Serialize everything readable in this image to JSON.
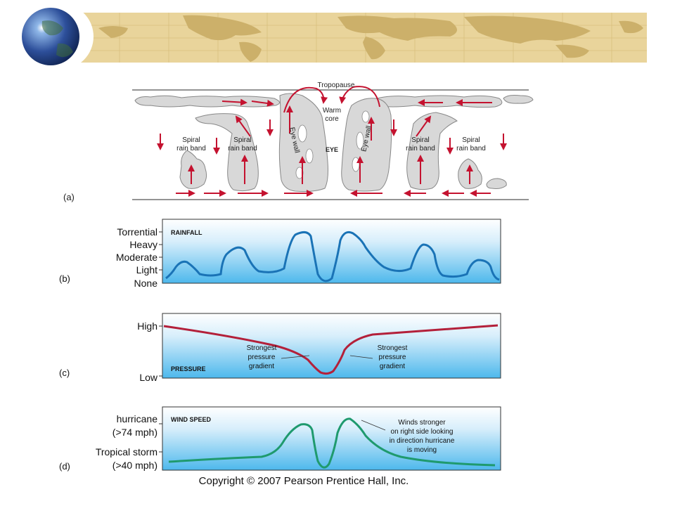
{
  "copyright": "Copyright © 2007 Pearson Prentice Hall, Inc.",
  "colors": {
    "banner": "#e9d49b",
    "cloud": "#d8d8d8",
    "arrow": "#c4122f",
    "panel_top": "#ffffff",
    "panel_bottom": "#4db8ec",
    "rainfall_line": "#1a73b6",
    "pressure_line": "#b3203a",
    "wind_line": "#1f9a6e"
  },
  "panel_a": {
    "letter": "(a)",
    "tropopause": "Tropopause",
    "warm_core": [
      "Warm",
      "core"
    ],
    "eye": "EYE",
    "eye_wall": "Eye wall",
    "spiral": [
      "Spiral",
      "rain band"
    ]
  },
  "panel_b": {
    "letter": "(b)",
    "title": "RAINFALL",
    "levels": [
      "Torrential",
      "Heavy",
      "Moderate",
      "Light",
      "None"
    ]
  },
  "panel_c": {
    "letter": "(c)",
    "title": "PRESSURE",
    "high": "High",
    "low": "Low",
    "gradient": [
      "Strongest",
      "pressure",
      "gradient"
    ]
  },
  "panel_d": {
    "letter": "(d)",
    "title": "WIND SPEED",
    "hurricane": "hurricane",
    "hurricane_sub": "(>74 mph)",
    "storm": "Tropical storm",
    "storm_sub": "(>40 mph)",
    "note": [
      "Winds stronger",
      "on right side looking",
      "in direction hurricane",
      "is moving"
    ]
  }
}
